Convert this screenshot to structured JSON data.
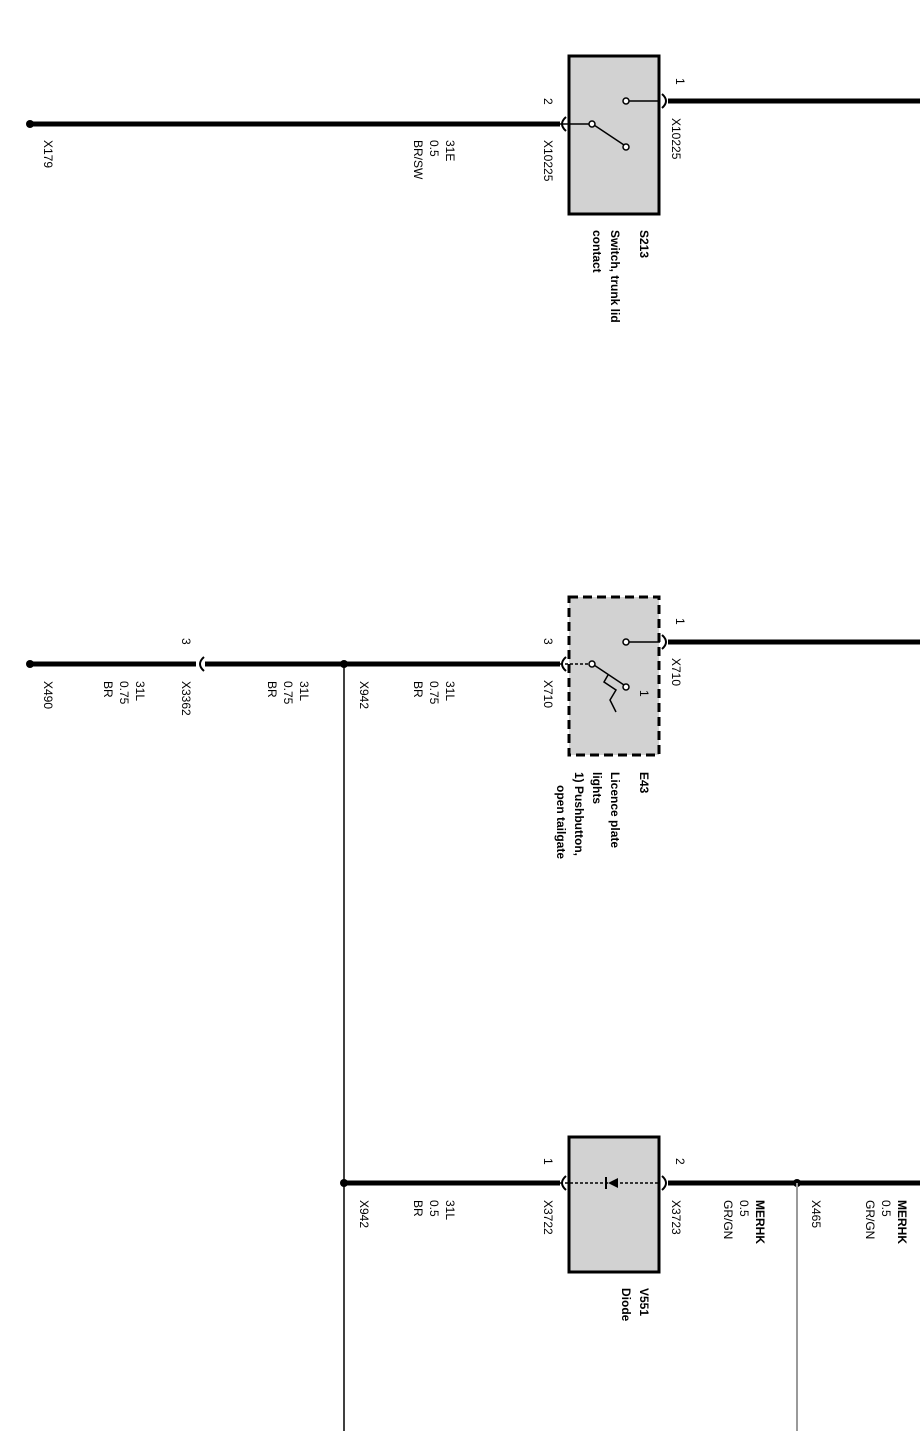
{
  "components": {
    "s213": {
      "id": "S213",
      "desc_line1": "Switch, trunk lid",
      "desc_line2": "contact",
      "pin1": "1",
      "pin2": "2",
      "conn_top": "X10225",
      "conn_bottom": "X10225"
    },
    "e43": {
      "id": "E43",
      "desc_line1": "Licence plate",
      "desc_line2": "lights",
      "desc_line3": "1) Pushbutton,",
      "desc_line4": "open tailgate",
      "pin1": "1",
      "pin3": "3",
      "inner_mark": "1",
      "conn_top": "X710",
      "conn_bottom": "X710"
    },
    "v551": {
      "id": "V551",
      "desc_line1": "Diode",
      "pin1": "1",
      "pin2": "2",
      "conn_top": "X3723",
      "conn_bottom": "X3722"
    }
  },
  "wires": {
    "w_s213": {
      "line1": "31E",
      "line2": "0.5",
      "line3": "BR/SW"
    },
    "w_e43_a": {
      "line1": "31L",
      "line2": "0.75",
      "line3": "BR"
    },
    "w_e43_b": {
      "line1": "31L",
      "line2": "0.75",
      "line3": "BR"
    },
    "w_e43_c": {
      "line1": "31L",
      "line2": "0.75",
      "line3": "BR"
    },
    "w_v551_low": {
      "line1": "31L",
      "line2": "0.5",
      "line3": "BR"
    },
    "w_v551_mid": {
      "line1": "MERHK",
      "line2": "0.5",
      "line3": "GR/GN"
    },
    "w_v551_top": {
      "line1": "MERHK",
      "line2": "0.5",
      "line3": "GR/GN"
    }
  },
  "connectors": {
    "x179": "X179",
    "x490": "X490",
    "x3362": "X3362",
    "x3362_pin": "3",
    "x942_a": "X942",
    "x942_b": "X942",
    "x465": "X465"
  },
  "colors": {
    "box_fill": "#d2d2d2",
    "wire": "#000000",
    "thin_wire": "#000000",
    "gray_wire": "#9a9a9a"
  }
}
